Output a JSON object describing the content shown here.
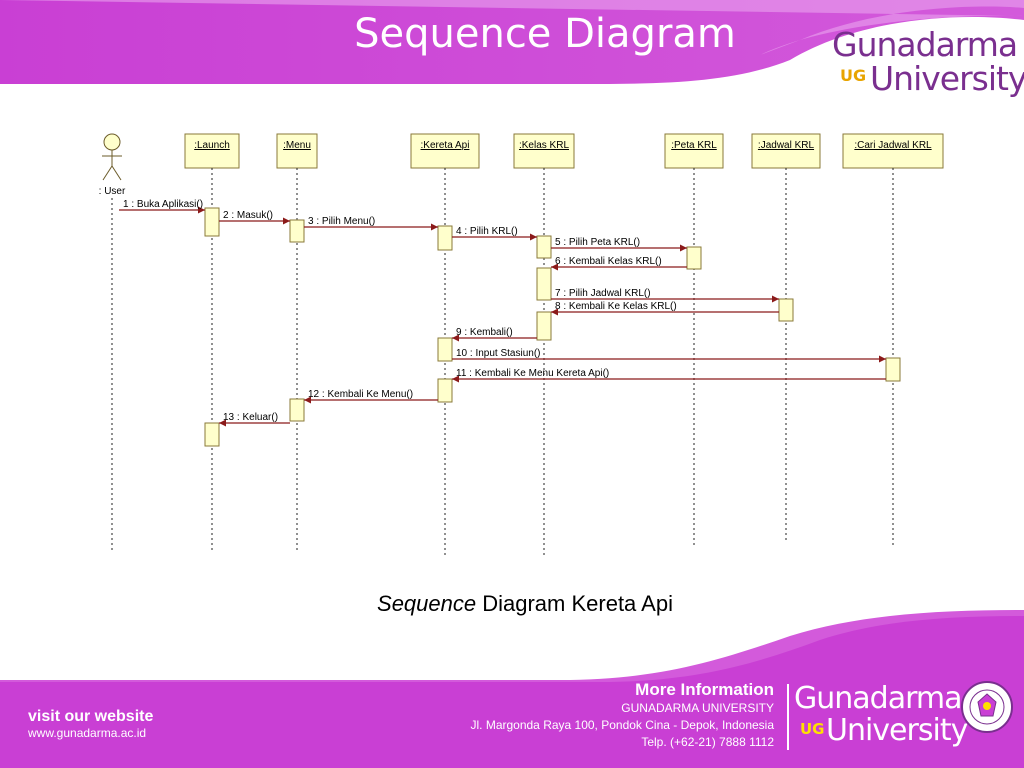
{
  "slide": {
    "title": "Sequence Diagram",
    "caption_italic": "Sequence",
    "caption_rest": " Diagram Kereta Api"
  },
  "branding": {
    "logo_line1": "Gunadarma",
    "logo_ug": "UG",
    "logo_line2": "University",
    "visit_label": "visit our website",
    "website": "www.gunadarma.ac.id",
    "more_info_title": "More Information",
    "org_name": "GUNADARMA UNIVERSITY",
    "address": "Jl. Margonda Raya 100, Pondok Cina - Depok, Indonesia",
    "phone": "Telp. (+62-21) 7888 1112"
  },
  "colors": {
    "accent_magenta": "#c93fd4",
    "accent_light": "#e07be6",
    "logo_purple": "#7a2f8f",
    "activation_fill": "#ffffcc",
    "message_line": "#8b1a1a"
  },
  "sequence": {
    "actor": ": User",
    "lifelines": [
      ":Launch",
      ":Menu",
      ":Kereta Api",
      ":Kelas KRL",
      ":Peta KRL",
      ":Jadwal KRL",
      ":Cari Jadwal KRL"
    ],
    "messages": [
      {
        "label": "1 : Buka Aplikasi()",
        "from": 0,
        "to": 1
      },
      {
        "label": "2 : Masuk()",
        "from": 1,
        "to": 2
      },
      {
        "label": "3 : Pilih Menu()",
        "from": 2,
        "to": 3
      },
      {
        "label": "4 : Pilih KRL()",
        "from": 3,
        "to": 4
      },
      {
        "label": "5 : Pilih Peta KRL()",
        "from": 4,
        "to": 5
      },
      {
        "label": "6 : Kembali Kelas KRL()",
        "from": 5,
        "to": 4
      },
      {
        "label": "7 : Pilih Jadwal KRL()",
        "from": 4,
        "to": 6
      },
      {
        "label": "8 : Kembali Ke Kelas KRL()",
        "from": 6,
        "to": 4
      },
      {
        "label": "9 : Kembali()",
        "from": 4,
        "to": 3
      },
      {
        "label": "10 : Input Stasiun()",
        "from": 3,
        "to": 7
      },
      {
        "label": "11 : Kembali Ke Menu Kereta Api()",
        "from": 7,
        "to": 3
      },
      {
        "label": "12 : Kembali Ke Menu()",
        "from": 3,
        "to": 2
      },
      {
        "label": "13 : Keluar()",
        "from": 2,
        "to": 1
      }
    ]
  }
}
